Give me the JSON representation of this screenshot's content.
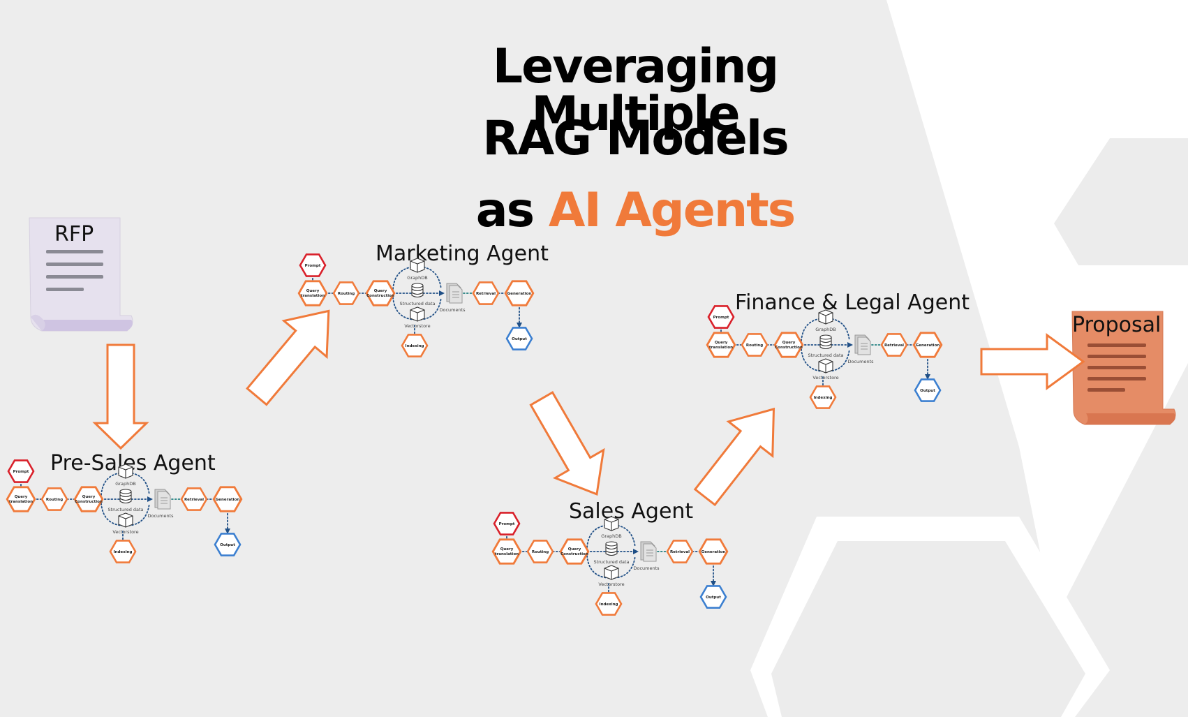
{
  "title": {
    "line1": "Leveraging Multiple",
    "line2": "RAG Models",
    "line3_prefix": "as ",
    "line3_accent": "AI Agents",
    "accent_color": "#f07a3a"
  },
  "documents": {
    "input_label": "RFP",
    "output_label": "Proposal"
  },
  "agents": [
    {
      "label": "Marketing Agent"
    },
    {
      "label": "Pre-Sales Agent"
    },
    {
      "label": "Sales Agent"
    },
    {
      "label": "Finance & Legal Agent"
    }
  ],
  "pipeline": {
    "prompt": "Prompt",
    "query_translation_1": "Query",
    "query_translation_2": "translation",
    "routing": "Routing",
    "query_construction_1": "Query",
    "query_construction_2": "Construction",
    "graphdb": "GraphDB",
    "structured_data": "Structured data",
    "vectorstore": "Vectorstore",
    "documents": "Documents",
    "retrieval": "Retrieval",
    "generation": "Generation",
    "output": "Output",
    "indexing": "Indexing"
  },
  "colors": {
    "orange": "#f07a3a",
    "red": "#d9202a",
    "blue": "#3b7fd0",
    "rfp_doc": "#e6e1ee",
    "proposal_doc": "#e58c66"
  }
}
